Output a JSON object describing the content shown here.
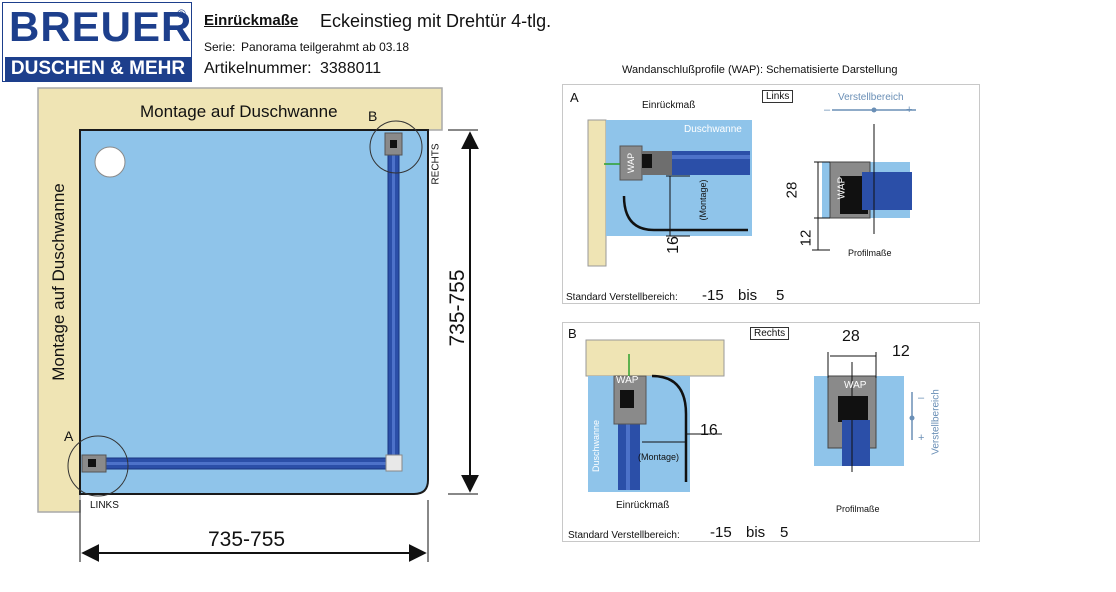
{
  "logo": {
    "brand": "BREUER",
    "reg": "®",
    "subline": "DUSCHEN & MEHR"
  },
  "header": {
    "title": "Einrückmaße",
    "product": "Eckeinstieg mit Drehtür 4-tlg.",
    "series_label": "Serie:",
    "series": "Panorama teilgerahmt ab 03.18",
    "article_label": "Artikelnummer:",
    "article_number": "3388011"
  },
  "main": {
    "montage_top": "Montage auf Duschwanne",
    "montage_left": "Montage auf Duschwanne",
    "marker_a": "A",
    "marker_b": "B",
    "label_links": "LINKS",
    "label_rechts": "RECHTS",
    "dim_vertical": "735-755",
    "dim_horizontal": "735-755"
  },
  "wap": {
    "title": "Wandanschlußprofile (WAP): Schematisierte Darstellung",
    "panel_a": {
      "letter": "A",
      "tag": "Links",
      "einrueckmass": "Einrückmaß",
      "duschwanne": "Duschwanne",
      "wap": "WAP",
      "montage": "(Montage)",
      "dim16": "16",
      "verstellbereich": "Verstellbereich",
      "minus": "–",
      "plus": "+",
      "dim28": "28",
      "dim12": "12",
      "profilmasse": "Profilmaße",
      "standard_label": "Standard Verstellbereich:",
      "range_from": "-15",
      "range_bis": "bis",
      "range_to": "5"
    },
    "panel_b": {
      "letter": "B",
      "tag": "Rechts",
      "wap": "WAP",
      "duschwanne": "Duschwanne",
      "montage": "(Montage)",
      "dim16": "16",
      "einrueckmass": "Einrückmaß",
      "dim28": "28",
      "dim12": "12",
      "minus": "–",
      "plus": "+",
      "verstellbereich": "Verstellbereich",
      "profilmasse": "Profilmaße",
      "standard_label": "Standard Verstellbereich:",
      "range_from": "-15",
      "range_bis": "bis",
      "range_to": "5"
    }
  },
  "colors": {
    "brand_blue": "#1d3f8c",
    "tray_blue": "#8fc4ea",
    "profile_blue": "#2b4fa8",
    "wall_beige": "#efe4b4",
    "wap_grey": "#8a8a8a"
  }
}
